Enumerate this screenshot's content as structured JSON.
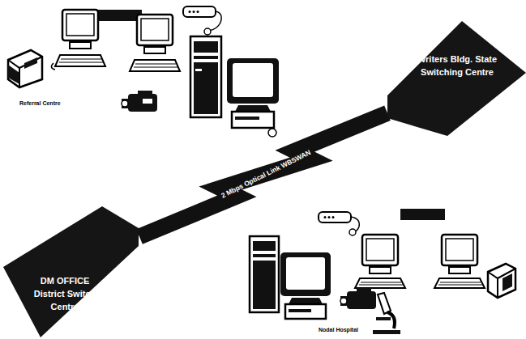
{
  "diagram": {
    "nodes": [
      {
        "text": [
          "Writers Bldg. State Switching Centre"
        ]
      },
      {
        "text": [
          "DM OFFICE District Switch Centre"
        ]
      }
    ],
    "edges": [
      {
        "from": 1,
        "to": 0,
        "arrow": "none",
        "label": "2 Mbps Optical Link WBSWAN"
      }
    ],
    "labels": [
      "Referral Centre",
      "Nodal Hospital"
    ]
  }
}
